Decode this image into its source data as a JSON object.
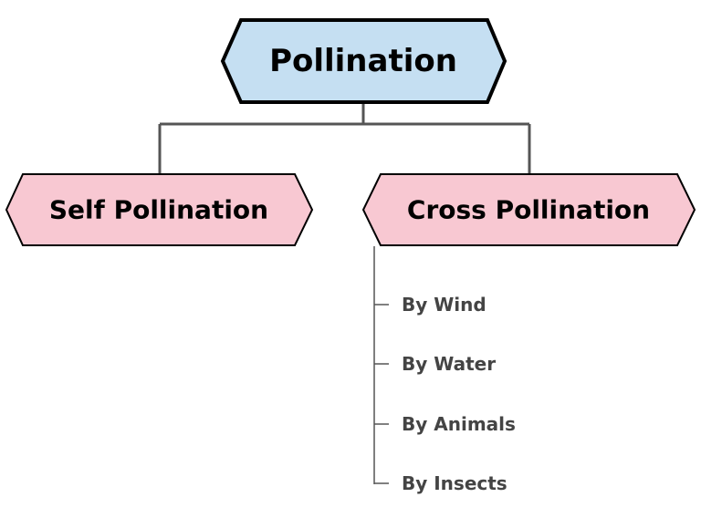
{
  "root": {
    "label": "Pollination",
    "fill": "#c5dff2"
  },
  "branches": [
    {
      "label": "Self Pollination",
      "fill": "#f8c8d2",
      "children": []
    },
    {
      "label": "Cross Pollination",
      "fill": "#f8c8d2",
      "children": [
        {
          "label": "By Wind"
        },
        {
          "label": "By Water"
        },
        {
          "label": "By Animals"
        },
        {
          "label": "By Insects"
        }
      ]
    }
  ],
  "colors": {
    "outline": "#000000",
    "connector": "#555555",
    "leaf_text": "#444444"
  }
}
